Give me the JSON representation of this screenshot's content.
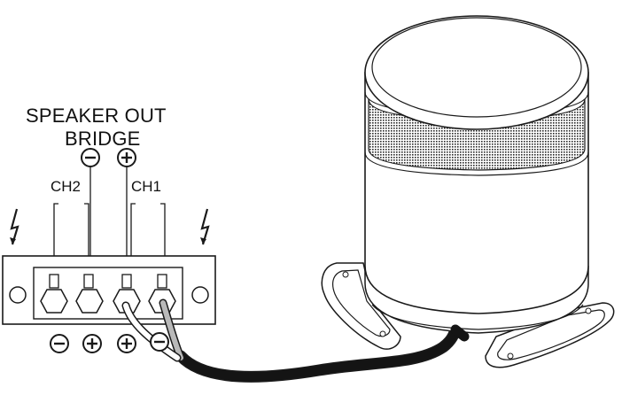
{
  "labels": {
    "speaker_out": "SPEAKER OUT",
    "bridge": "BRIDGE",
    "ch2": "CH2",
    "ch1": "CH1"
  },
  "polarity": {
    "top": [
      "minus",
      "plus"
    ],
    "bottom": [
      "minus",
      "plus",
      "plus",
      "minus"
    ]
  },
  "icons": [
    "lightning-bolt-icon",
    "polarity-minus-icon",
    "polarity-plus-icon"
  ],
  "colors": {
    "line": "#1a1a1a",
    "wire_gray": "#b9b9b9",
    "cable_black": "#141414",
    "background": "#ffffff"
  }
}
